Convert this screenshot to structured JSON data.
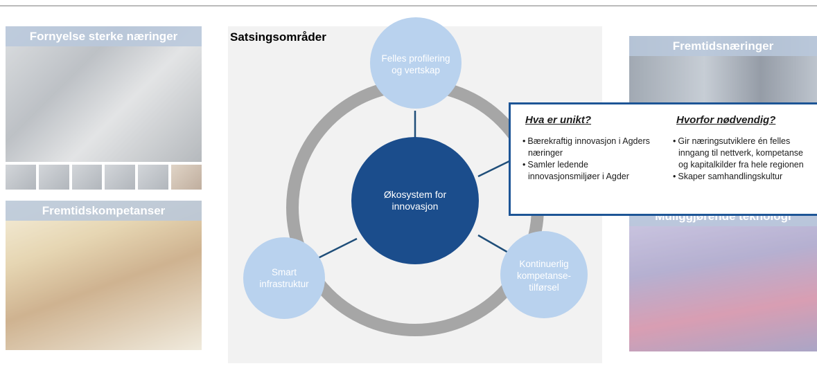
{
  "panels": {
    "top_left_title": "Fornyelse sterke næringer",
    "bottom_left_title": "Fremtidskompetanser",
    "top_right_title": "Fremtidsnæringer",
    "bottom_right_title": "Muliggjørende teknologi"
  },
  "diagram": {
    "heading": "Satsingsområder",
    "center_label": "Økosystem for innovasjon",
    "top_label": "Felles profilering og vertskap",
    "left_label": "Smart infrastruktur",
    "right_label": "Kontinuerlig kompetanse-tilførsel"
  },
  "callout": {
    "unique_title": "Hva er unikt?",
    "unique_items": [
      "Bærekraftig innovasjon i Agders næringer",
      "Samler ledende innovasjonsmiljøer i Agder"
    ],
    "why_title": "Hvorfor nødvendig?",
    "why_items": [
      "Gir næringsutviklere én felles inngang til nettverk, kompetanse og kapitalkilder fra hele regionen",
      "Skaper samhandlingskultur"
    ]
  },
  "colors": {
    "ring": "#a6a6a6",
    "node_light": "#b9d2ee",
    "node_dark": "#1b4d8c",
    "connector": "#1f4e79",
    "callout_border": "#1d5596"
  }
}
